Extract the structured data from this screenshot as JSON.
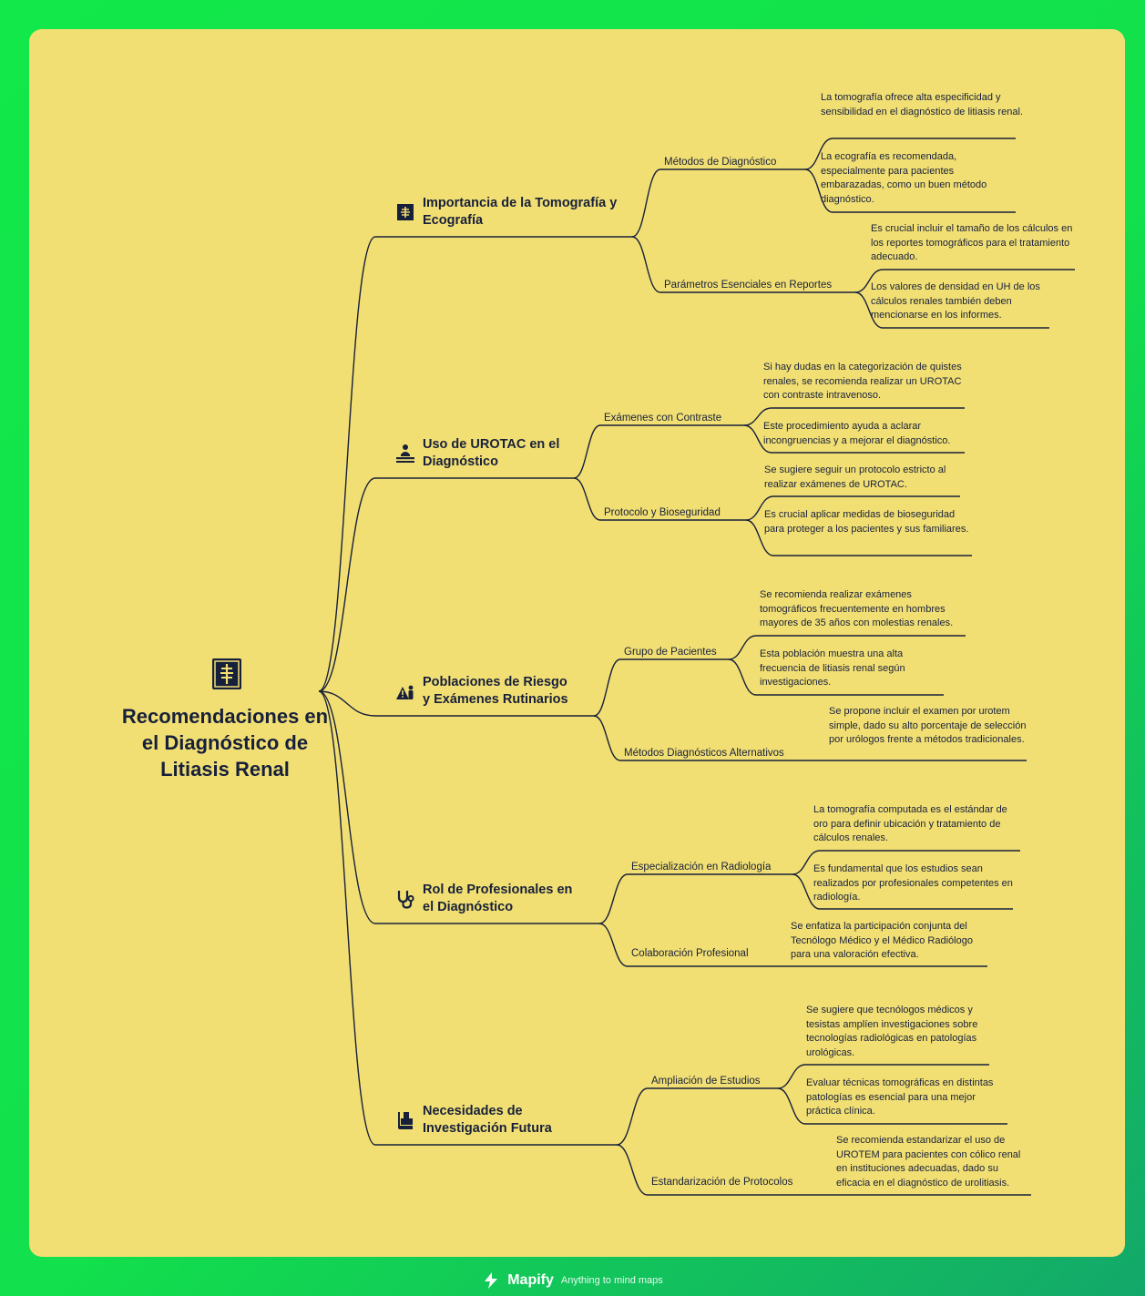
{
  "root": {
    "title": "Recomendaciones en el Diagnóstico de Litiasis Renal",
    "icon": "xray-film-icon"
  },
  "branches": [
    {
      "title": "Importancia de la Tomografía y Ecografía",
      "icon": "xray-film-icon",
      "subs": [
        {
          "label": "Métodos de Diagnóstico",
          "leaves": [
            "La tomografía ofrece alta especificidad y sensibilidad en el diagnóstico de litiasis renal.",
            "La ecografía es recomendada, especialmente para pacientes embarazadas, como un buen método diagnóstico."
          ]
        },
        {
          "label": "Parámetros Esenciales en Reportes",
          "leaves": [
            "Es crucial incluir el tamaño de los cálculos en los reportes tomográficos para el tratamiento adecuado.",
            "Los valores de densidad en UH de los cálculos renales también deben mencionarse en los informes."
          ]
        }
      ]
    },
    {
      "title": "Uso de UROTAC en el Diagnóstico",
      "icon": "patient-scan-icon",
      "subs": [
        {
          "label": "Exámenes con Contraste",
          "leaves": [
            "Si hay dudas en la categorización de quistes renales, se recomienda realizar un UROTAC con contraste intravenoso.",
            "Este procedimiento ayuda a aclarar incongruencias y a mejorar el diagnóstico."
          ]
        },
        {
          "label": "Protocolo y Bioseguridad",
          "leaves": [
            "Se sugiere seguir un protocolo estricto al realizar exámenes de UROTAC.",
            "Es crucial aplicar medidas de bioseguridad para proteger a los pacientes y sus familiares."
          ]
        }
      ]
    },
    {
      "title": "Poblaciones de Riesgo y Exámenes Rutinarios",
      "icon": "people-warning-icon",
      "subs": [
        {
          "label": "Grupo de Pacientes",
          "leaves": [
            "Se recomienda realizar exámenes tomográficos frecuentemente en hombres mayores de 35 años con molestias renales.",
            "Esta población muestra una alta frecuencia de litiasis renal según investigaciones."
          ]
        },
        {
          "label": "Métodos Diagnósticos Alternativos",
          "leaves": [
            "Se propone incluir el examen por urotem simple, dado su alto porcentaje de selección por urólogos frente a métodos tradicionales."
          ]
        }
      ]
    },
    {
      "title": "Rol de Profesionales en el Diagnóstico",
      "icon": "stethoscope-icon",
      "subs": [
        {
          "label": "Especialización en Radiología",
          "leaves": [
            "La tomografía computada es el estándar de oro para definir ubicación y tratamiento de cálculos renales.",
            "Es fundamental que los estudios sean realizados por profesionales competentes en radiología."
          ]
        },
        {
          "label": "Colaboración Profesional",
          "leaves": [
            "Se enfatiza la participación conjunta del Tecnólogo Médico y el Médico Radiólogo para una valoración efectiva."
          ]
        }
      ]
    },
    {
      "title": "Necesidades de Investigación Futura",
      "icon": "book-icon",
      "subs": [
        {
          "label": "Ampliación de Estudios",
          "leaves": [
            "Se sugiere que tecnólogos médicos y tesistas amplíen investigaciones sobre tecnologías radiológicas en patologías urológicas.",
            "Evaluar técnicas tomográficas en distintas patologías es esencial para una mejor práctica clínica."
          ]
        },
        {
          "label": "Estandarización de Protocolos",
          "leaves": [
            "Se recomienda estandarizar el uso de UROTEM para pacientes con cólico renal en instituciones adecuadas, dado su eficacia en el diagnóstico de urolitiasis."
          ]
        }
      ]
    }
  ],
  "footer": {
    "brand": "Mapify",
    "tagline": "Anything to mind maps",
    "icon": "lightning-icon"
  },
  "colors": {
    "card": "#f2df74",
    "ink": "#17203a",
    "frame": "#12e84a"
  }
}
